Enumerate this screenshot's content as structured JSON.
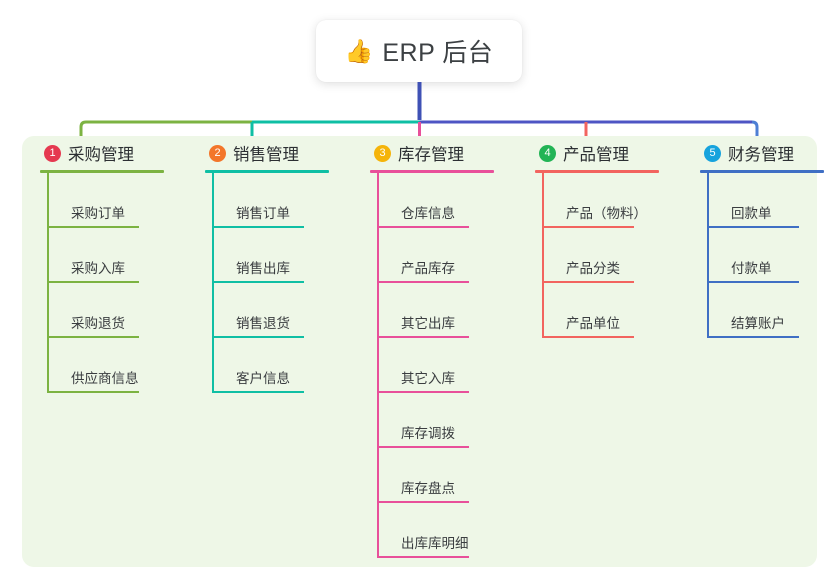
{
  "title": {
    "icon": "thumbs-up-icon",
    "emoji": "👍",
    "text": "ERP 后台"
  },
  "theme": {
    "page_background": "#ffffff",
    "panel_background": "#eef7e7",
    "card_background": "#ffffff",
    "title_text_color": "#3c4043",
    "item_text_color": "#3a3d40",
    "stem_color": "#3f51b5"
  },
  "connector": {
    "segments": [
      {
        "name": "bus-green",
        "color": "#7cb342"
      },
      {
        "name": "bus-teal",
        "color": "#0fbfa4"
      },
      {
        "name": "bus-blue",
        "color": "#4e55c4"
      }
    ],
    "drops": [
      {
        "name": "drop-purchasing",
        "color": "#7cb342"
      },
      {
        "name": "drop-sales",
        "color": "#0fbfa4"
      },
      {
        "name": "drop-inventory",
        "color": "#e8509a"
      },
      {
        "name": "drop-product",
        "color": "#f2645f"
      },
      {
        "name": "drop-finance",
        "color": "#4e7fd4"
      }
    ]
  },
  "columns": [
    {
      "number": "1",
      "title": "采购管理",
      "badge_color": "#e53950",
      "accent_color": "#7cb342",
      "items": [
        {
          "label": "采购订单"
        },
        {
          "label": "采购入库"
        },
        {
          "label": "采购退货"
        },
        {
          "label": "供应商信息"
        }
      ]
    },
    {
      "number": "2",
      "title": "销售管理",
      "badge_color": "#f3762a",
      "accent_color": "#0fbfa4",
      "items": [
        {
          "label": "销售订单"
        },
        {
          "label": "销售出库"
        },
        {
          "label": "销售退货"
        },
        {
          "label": "客户信息"
        }
      ]
    },
    {
      "number": "3",
      "title": "库存管理",
      "badge_color": "#f5b40a",
      "accent_color": "#e8509a",
      "items": [
        {
          "label": "仓库信息"
        },
        {
          "label": "产品库存"
        },
        {
          "label": "其它出库"
        },
        {
          "label": "其它入库"
        },
        {
          "label": "库存调拨"
        },
        {
          "label": "库存盘点"
        },
        {
          "label": "出库库明细"
        }
      ]
    },
    {
      "number": "4",
      "title": "产品管理",
      "badge_color": "#22b455",
      "accent_color": "#f2645f",
      "items": [
        {
          "label": "产品（物料）"
        },
        {
          "label": "产品分类"
        },
        {
          "label": "产品单位"
        }
      ]
    },
    {
      "number": "5",
      "title": "财务管理",
      "badge_color": "#17a3dd",
      "accent_color": "#3f6fc4",
      "items": [
        {
          "label": "回款单"
        },
        {
          "label": "付款单"
        },
        {
          "label": "结算账户"
        }
      ]
    }
  ]
}
